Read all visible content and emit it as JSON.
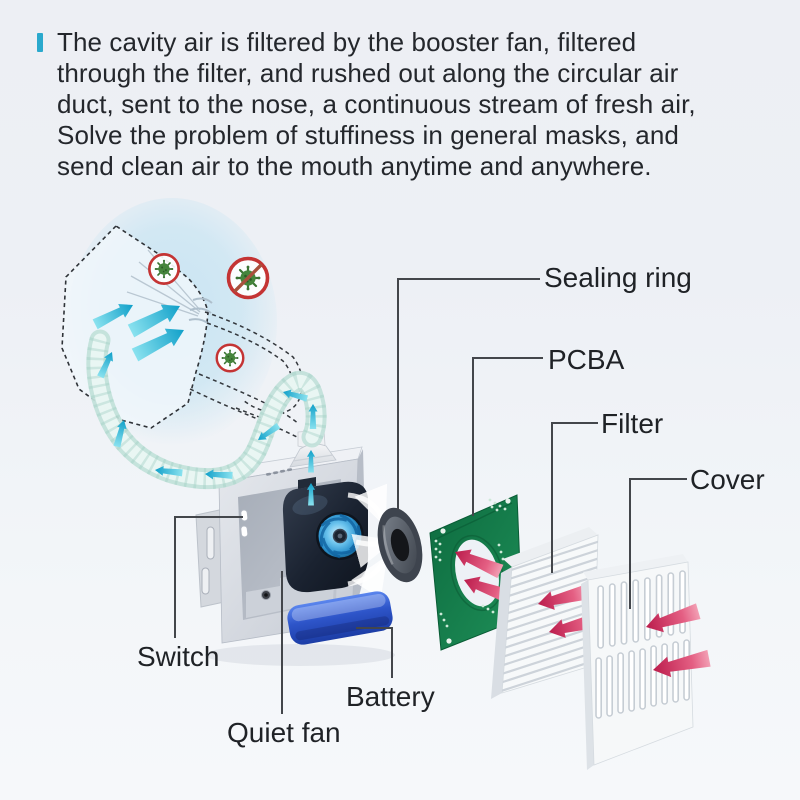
{
  "description": {
    "lines": [
      "The cavity air is filtered by the booster fan, filtered",
      "through the filter, and rushed out along the circular air",
      "duct, sent to the nose, a continuous stream of fresh air,",
      "Solve the problem of stuffiness in general masks, and",
      "send clean air to the mouth anytime and anywhere."
    ]
  },
  "labels": {
    "sealing_ring": "Sealing ring",
    "pcba": "PCBA",
    "filter": "Filter",
    "cover": "Cover",
    "switch": "Switch",
    "battery": "Battery",
    "quiet_fan": "Quiet fan"
  },
  "colors": {
    "accent_bar": "#2aa9cd",
    "airflow_cyan": "#18a4cb",
    "intake_arrow_red": "#c62653",
    "battery_blue": "#2e55c9",
    "pcb_green": "#157347",
    "virus_ring_red": "#c43434",
    "virus_green": "#3f7d35",
    "leader_line": "#43464b",
    "text": "#24272c"
  }
}
